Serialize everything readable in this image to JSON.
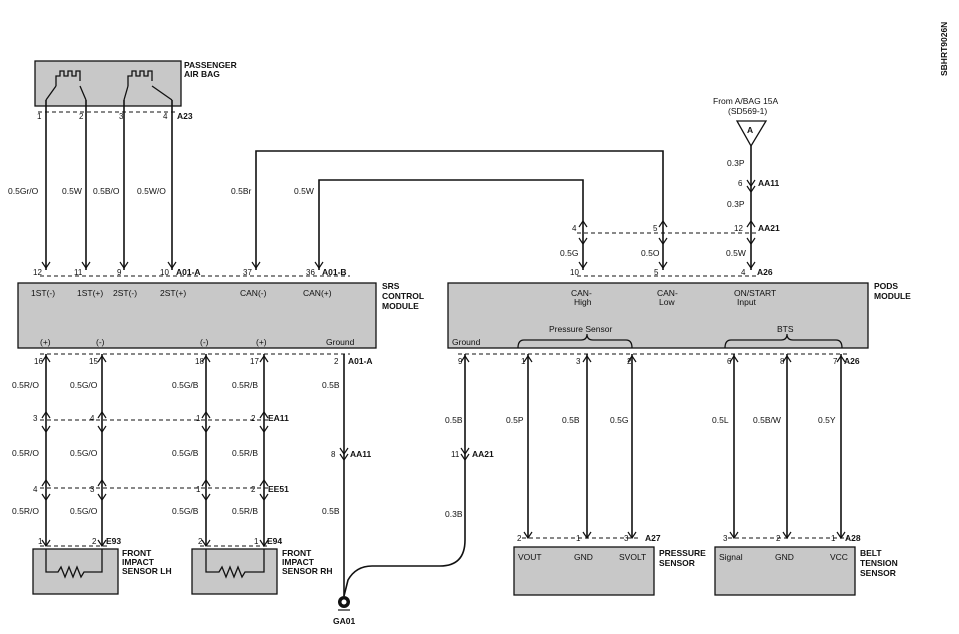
{
  "doc_code": "SBHRT9026N",
  "passenger_airbag": {
    "label_line1": "PASSENGER",
    "label_line2": "AIR BAG",
    "connector": "A23",
    "pins": [
      "1",
      "2",
      "3",
      "4"
    ],
    "wires": [
      "0.5Gr/O",
      "0.5W",
      "0.5B/O",
      "0.5W/O"
    ]
  },
  "srs_module": {
    "label_line1": "SRS",
    "label_line2": "CONTROL",
    "label_line3": "MODULE",
    "top_connector_a": "A01-A",
    "top_connector_b": "A01-B",
    "bottom_connector": "A01-A",
    "top_pins": [
      "12",
      "11",
      "9",
      "10",
      "37",
      "36"
    ],
    "top_labels": [
      "1ST(-)",
      "1ST(+)",
      "2ST(-)",
      "2ST(+)",
      "CAN(-)",
      "CAN(+)"
    ],
    "bottom_pins": [
      "16",
      "15",
      "18",
      "17",
      "2"
    ],
    "bottom_labels": [
      "(+)",
      "(-)",
      "(-)",
      "(+)",
      "Ground"
    ],
    "can_wires": [
      "0.5Br",
      "0.5W"
    ]
  },
  "front_wires": {
    "lh_upper": [
      "0.5R/O",
      "0.5G/O"
    ],
    "rh_upper": [
      "0.5G/B",
      "0.5R/B"
    ],
    "ground_upper": "0.5B",
    "ea11": "EA11",
    "ea11_pins": [
      "3",
      "4",
      "1",
      "2"
    ],
    "lh_mid": [
      "0.5R/O",
      "0.5G/O"
    ],
    "rh_mid": [
      "0.5G/B",
      "0.5R/B"
    ],
    "aa11": "AA11",
    "aa11_pin": "8",
    "ee51": "EE51",
    "ee51_pins": [
      "4",
      "3",
      "1",
      "2"
    ],
    "lh_lower": [
      "0.5R/O",
      "0.5G/O"
    ],
    "rh_lower": [
      "0.5G/B",
      "0.5R/B"
    ],
    "ground_lower": "0.5B"
  },
  "lh_sensor": {
    "label_line1": "FRONT",
    "label_line2": "IMPACT",
    "label_line3": "SENSOR LH",
    "connector": "E93",
    "pins": [
      "1",
      "2"
    ]
  },
  "rh_sensor": {
    "label_line1": "FRONT",
    "label_line2": "IMPACT",
    "label_line3": "SENSOR RH",
    "connector": "E94",
    "pins": [
      "2",
      "1"
    ]
  },
  "ground": {
    "label": "GA01"
  },
  "power_source": {
    "line1": "From A/BAG 15A",
    "line2": "(SD569-1)",
    "triangle_letter": "A",
    "wire1": "0.3P",
    "aa11_pin": "6",
    "aa11": "AA11",
    "wire2": "0.3P",
    "aa21_pin": "12",
    "aa21": "AA21"
  },
  "pods_harness": {
    "aa21_pins": [
      "4",
      "5"
    ],
    "wires": [
      "0.5G",
      "0.5O",
      "0.5W"
    ]
  },
  "pods_module": {
    "label_line1": "PODS",
    "label_line2": "MODULE",
    "top_connector": "A26",
    "top_pins": [
      "10",
      "5",
      "4"
    ],
    "can_high_l1": "CAN-",
    "can_high_l2": "High",
    "can_low_l1": "CAN-",
    "can_low_l2": "Low",
    "on_start_l1": "ON/START",
    "on_start_l2": "Input",
    "ground_label": "Ground",
    "pressure_group": "Pressure Sensor",
    "bts_group": "BTS",
    "bottom_connector": "A26",
    "bottom_pins": [
      "9",
      "1",
      "3",
      "2",
      "6",
      "8",
      "7"
    ]
  },
  "pods_bottom_wires": {
    "ground_wire": "0.5B",
    "aa21_pin": "11",
    "aa21": "AA21",
    "ground_wire_lower": "0.3B",
    "pressure": [
      "0.5P",
      "0.5B",
      "0.5G"
    ],
    "bts": [
      "0.5L",
      "0.5B/W",
      "0.5Y"
    ]
  },
  "pressure_sensor": {
    "label_line1": "PRESSURE",
    "label_line2": "SENSOR",
    "connector": "A27",
    "pins": [
      "2",
      "1",
      "3"
    ],
    "terminals": [
      "VOUT",
      "GND",
      "SVOLT"
    ]
  },
  "belt_sensor": {
    "label_line1": "BELT",
    "label_line2": "TENSION",
    "label_line3": "SENSOR",
    "connector": "A28",
    "pins": [
      "3",
      "2",
      "1"
    ],
    "terminals": [
      "Signal",
      "GND",
      "VCC"
    ]
  }
}
